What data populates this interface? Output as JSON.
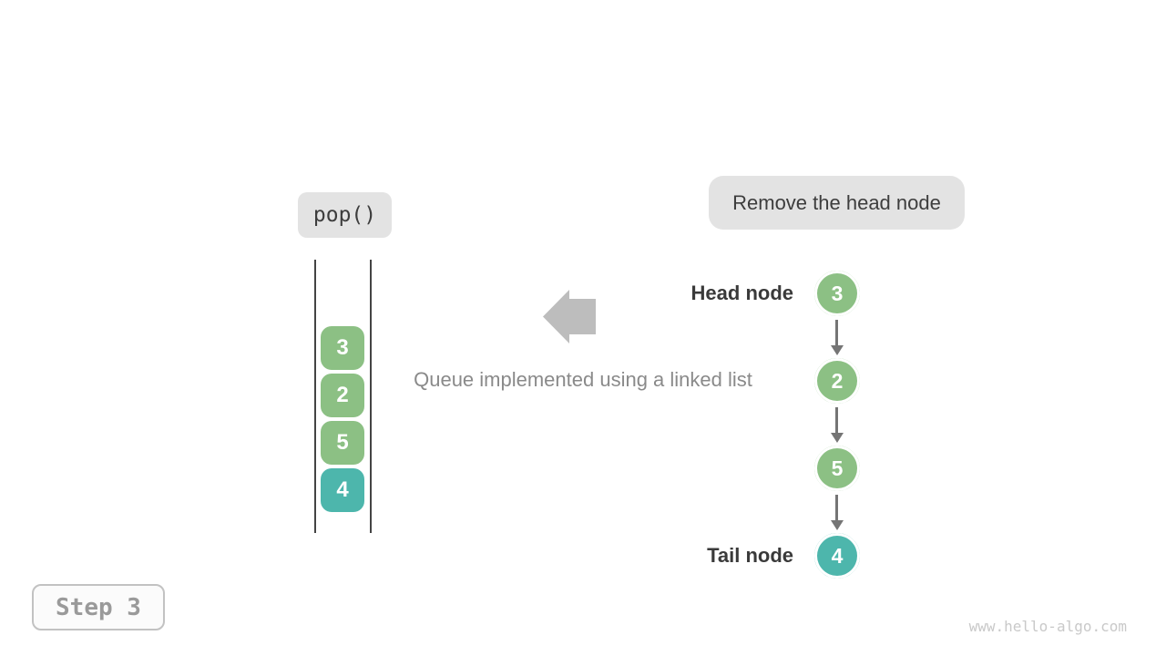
{
  "operation": {
    "label": "pop()"
  },
  "callout": {
    "text": "Remove the head node"
  },
  "caption": "Queue implemented using a linked list",
  "queue_stack": {
    "items": [
      {
        "value": "3",
        "color": "green"
      },
      {
        "value": "2",
        "color": "green"
      },
      {
        "value": "5",
        "color": "green"
      },
      {
        "value": "4",
        "color": "teal"
      }
    ]
  },
  "linked_list": {
    "head_label": "Head node",
    "tail_label": "Tail node",
    "nodes": [
      {
        "value": "3",
        "color": "green"
      },
      {
        "value": "2",
        "color": "green"
      },
      {
        "value": "5",
        "color": "green"
      },
      {
        "value": "4",
        "color": "teal"
      }
    ]
  },
  "step": {
    "label": "Step 3"
  },
  "watermark": "www.hello-algo.com",
  "colors": {
    "green": "#8cc084",
    "teal": "#4db6ac",
    "box_bg": "#e3e3e3",
    "arrow_gray": "#bdbdbd",
    "connector_gray": "#757575",
    "rail_gray": "#444444",
    "text_dark": "#3d3d3d",
    "label_dark": "#3a3a3a",
    "text_gray": "#8a8a8a",
    "step_border": "#c2c2c2",
    "step_text": "#9a9a9a",
    "watermark_gray": "#c9c9c9"
  }
}
